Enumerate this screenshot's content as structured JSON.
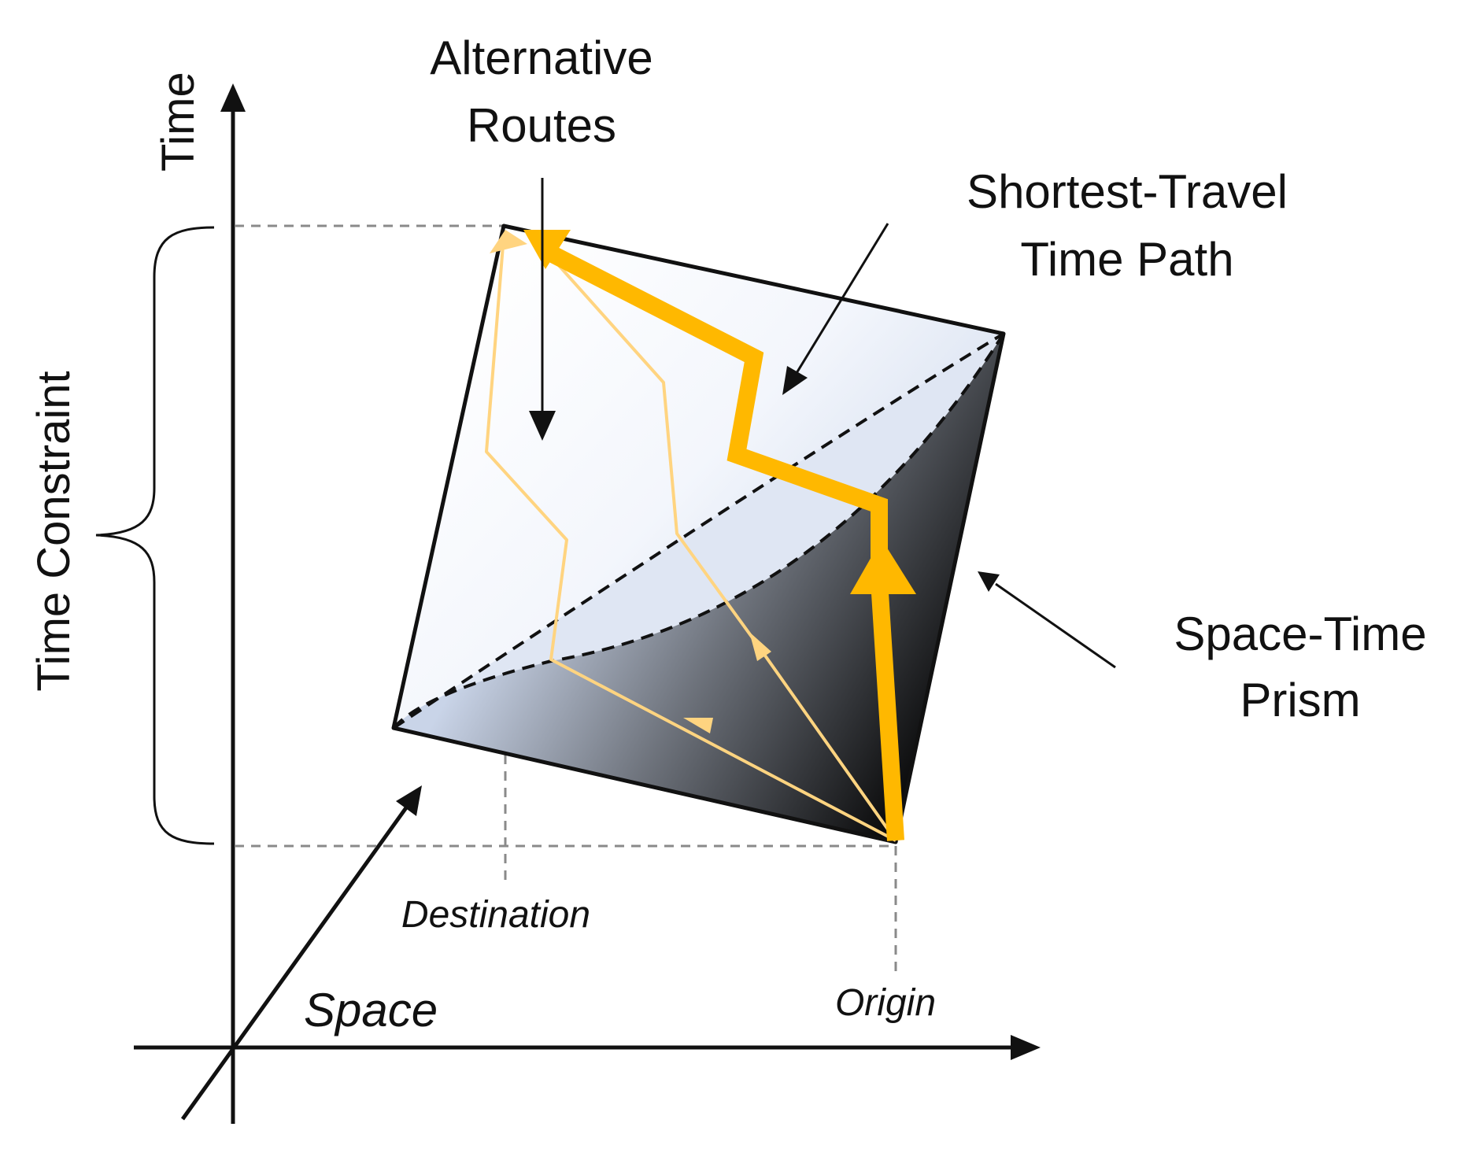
{
  "labels": {
    "time_axis": "Time",
    "space_axis": "Space",
    "time_constraint": "Time Constraint",
    "alternative_routes": [
      "Alternative",
      "Routes"
    ],
    "shortest_path": [
      "Shortest-Travel",
      "Time Path"
    ],
    "prism": [
      "Space-Time",
      "Prism"
    ],
    "destination": "Destination",
    "origin": "Origin"
  },
  "colors": {
    "route_thick": "#FFB800",
    "route_thin": "#FFD480",
    "line": "#111111",
    "guide": "#8a8a8a"
  }
}
